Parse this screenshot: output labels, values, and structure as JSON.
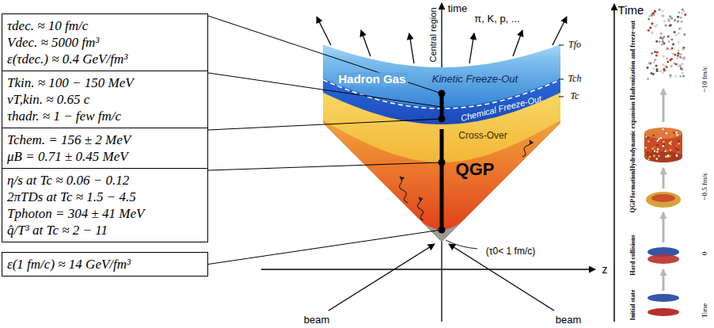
{
  "diagram": {
    "nodes": [
      {
        "text": [
          "τdec. ≈ 10 fm/c",
          "Vdec. ≈ 5000 fm³",
          "ε(τdec.) ≈ 0.4 GeV/fm³"
        ]
      },
      {
        "text": [
          "Tkin. ≈ 100 − 150 MeV",
          "vT,kin. ≈ 0.65 c",
          "τhadr. ≈ 1 − few fm/c"
        ]
      },
      {
        "text": [
          "Tchem. = 156 ± 2 MeV",
          "μB = 0.71 ± 0.45 MeV"
        ]
      },
      {
        "text": [
          "η/s at Tc ≈ 0.06 − 0.12",
          "2πTDs at Tc ≈ 1.5 − 4.5",
          "Tphoton = 304 ± 41 MeV",
          "q̂/T³ at Tc ≈ 2 − 11"
        ]
      },
      {
        "text": [
          "ε(1 fm/c) ≈ 14 GeV/fm³"
        ]
      }
    ],
    "labels": [
      "time",
      "π, K, p, ...",
      "Central region",
      "Tfo",
      "Tch",
      "Tc",
      "Kinetic Freeze-Out",
      "Hadron Gas",
      "Chemical Freeze-Out",
      "Cross-Over",
      "QGP",
      "(τ0< 1 fm/c)",
      "z",
      "beam",
      "beam",
      "Time",
      "Hadronization and freeze-out",
      "Hydrodynamic expansion",
      "QGP formation",
      "Hard collisions",
      "Initial state",
      "~10 fm/c",
      "~0.5 fm/c",
      "0",
      "Time"
    ]
  }
}
